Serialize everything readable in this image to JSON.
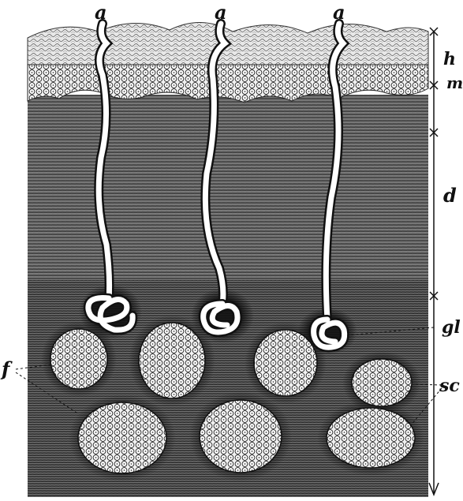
{
  "labels": {
    "duct_a": "a",
    "horny_layer": "h",
    "mucous_layer": "m",
    "dermis": "d",
    "gland": "gl",
    "fat": "f",
    "subcutaneous": "sc"
  }
}
